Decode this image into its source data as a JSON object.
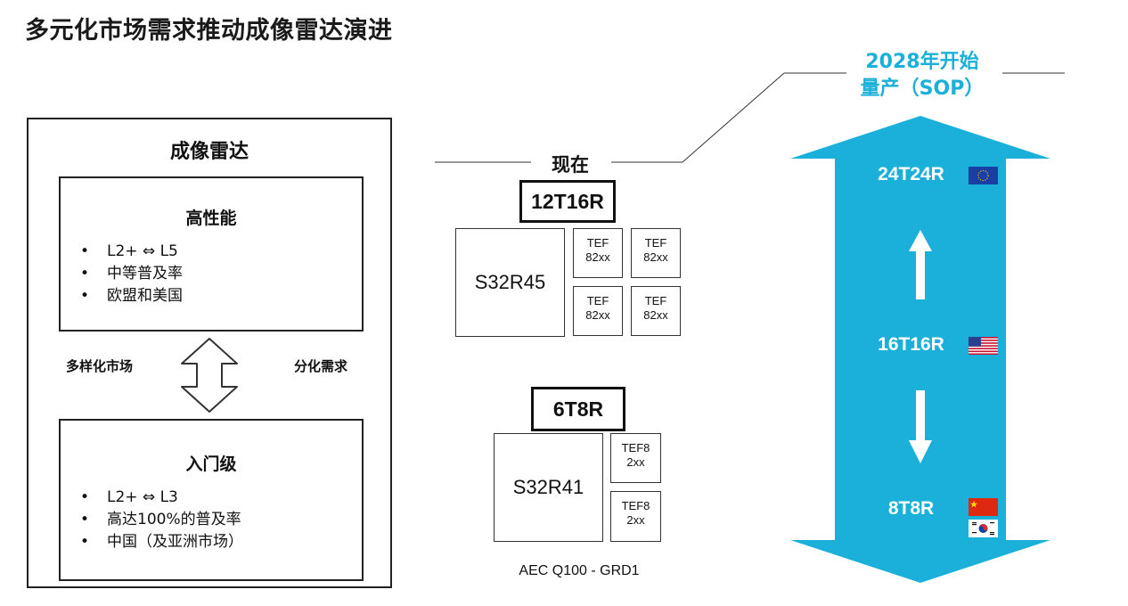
{
  "page": {
    "title": "多元化市场需求推动成像雷达演进"
  },
  "left_panel": {
    "title": "成像雷达",
    "high_perf": {
      "title": "高性能",
      "bullets": [
        "L2+ ⇔ L5",
        "中等普及率",
        "欧盟和美国"
      ]
    },
    "entry": {
      "title": "入门级",
      "bullets": [
        "L2+ ⇔ L3",
        "高达100%的普及率",
        "中国（及亚洲市场）"
      ]
    },
    "left_label": "多样化市场",
    "right_label": "分化需求"
  },
  "middle": {
    "now_label": "现在",
    "config_1": {
      "badge": "12T16R",
      "main_chip": "S32R45",
      "sub_chips": [
        {
          "line1": "TEF",
          "line2": "82xx"
        },
        {
          "line1": "TEF",
          "line2": "82xx"
        },
        {
          "line1": "TEF",
          "line2": "82xx"
        },
        {
          "line1": "TEF",
          "line2": "82xx"
        }
      ]
    },
    "config_2": {
      "badge": "6T8R",
      "main_chip": "S32R41",
      "sub_chips": [
        {
          "line1": "TEF8",
          "line2": "2xx"
        },
        {
          "line1": "TEF8",
          "line2": "2xx"
        }
      ]
    },
    "footnote": "AEC Q100 - GRD1"
  },
  "right": {
    "sop_line1": "2028年开始",
    "sop_line2": "量产（SOP）",
    "tiers": [
      {
        "label": "24T24R",
        "flag": "eu-flag-icon"
      },
      {
        "label": "16T16R",
        "flag": "us-flag-icon"
      },
      {
        "label": "8T8R",
        "flag": "cn-flag-icon"
      }
    ],
    "extra_flag": "kr-flag-icon",
    "arrow_color": "#1bb0d9",
    "accent_color": "#1bb0d9"
  }
}
